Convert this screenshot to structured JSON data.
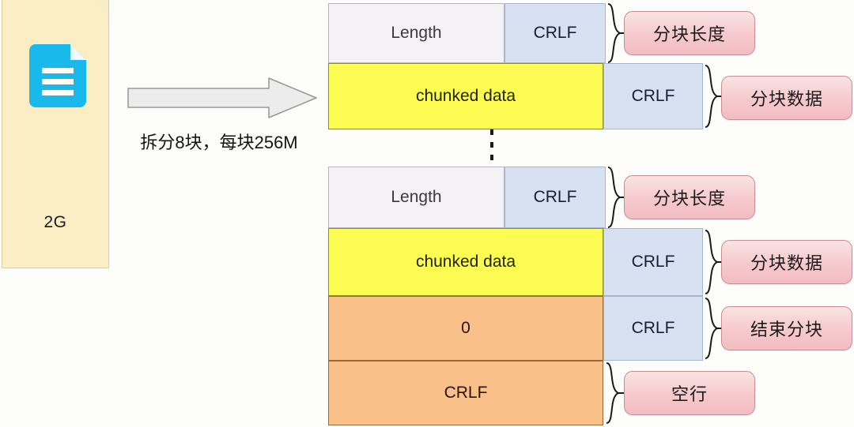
{
  "source": {
    "size_label": "2G",
    "icon": "document-icon"
  },
  "flow": {
    "arrow": "right-arrow-icon",
    "caption": "拆分8块，每块256M"
  },
  "chunk_blocks": [
    {
      "name": "first-chunk",
      "rows": [
        {
          "kind": "length",
          "cells": [
            {
              "text": "Length",
              "type": "length"
            },
            {
              "text": "CRLF",
              "type": "crlf"
            }
          ],
          "tag": "分块长度"
        },
        {
          "kind": "data",
          "cells": [
            {
              "text": "chunked data",
              "type": "data"
            },
            {
              "text": "CRLF",
              "type": "crlf"
            }
          ],
          "tag": "分块数据"
        }
      ]
    },
    {
      "name": "last-chunk",
      "rows": [
        {
          "kind": "length",
          "cells": [
            {
              "text": "Length",
              "type": "length"
            },
            {
              "text": "CRLF",
              "type": "crlf"
            }
          ],
          "tag": "分块长度"
        },
        {
          "kind": "data",
          "cells": [
            {
              "text": "chunked data",
              "type": "data"
            },
            {
              "text": "CRLF",
              "type": "crlf"
            }
          ],
          "tag": "分块数据"
        },
        {
          "kind": "zero",
          "cells": [
            {
              "text": "0",
              "type": "zero"
            },
            {
              "text": "CRLF",
              "type": "crlf"
            }
          ],
          "tag": "结束分块"
        },
        {
          "kind": "blank",
          "cells": [
            {
              "text": "CRLF",
              "type": "endcrlf"
            }
          ],
          "tag": "空行"
        }
      ]
    }
  ],
  "labels": {
    "chunk_length": "分块长度",
    "chunk_data": "分块数据",
    "end_chunk": "结束分块",
    "blank_line": "空行"
  },
  "cell_text": {
    "length": "Length",
    "crlf": "CRLF",
    "chunked_data": "chunked data",
    "zero": "0"
  },
  "colors": {
    "page": "#fbeec4",
    "icon": "#19b9ec",
    "length_cell": "#f4f2f4",
    "crlf_cell": "#d7e1f2",
    "data_cell": "#fcfc52",
    "end_cell": "#f9c08a",
    "tag": "#f6c9cd",
    "arrow": "#ececec"
  }
}
